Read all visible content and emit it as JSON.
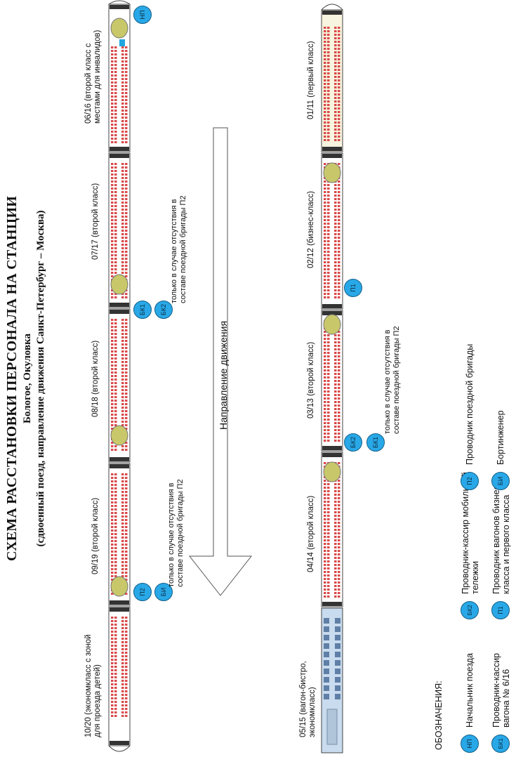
{
  "title": {
    "line1": "СХЕМА РАССТАНОВКИ ПЕРСОНАЛА НА СТАНЦИИ",
    "line2": "Бологое, Окуловка",
    "line3": "(сдвоенный поезд, направление движения Санкт-Петербург – Москва)"
  },
  "direction": {
    "label": "Направление движения"
  },
  "train_left": {
    "cars": [
      {
        "label": "06/16 (второй класс с местами для инвалидов)",
        "line1": "06/16 (второй класс с",
        "line2": "местами для инвалидов)"
      },
      {
        "label": "07/17 (второй класс)"
      },
      {
        "label": "08/18 (второй класс)"
      },
      {
        "label": "09/19 (второй класс)"
      },
      {
        "label": "10/20 (экономкласс с зоной для проезда детей)",
        "line1": "10/20 (экономкласс с зоной",
        "line2": "для проезда детей)"
      }
    ]
  },
  "train_right": {
    "cars": [
      {
        "label": "01/11 (первый класс)"
      },
      {
        "label": "02/12 (бизнес-класс)"
      },
      {
        "label": "03/13 (второй класс)"
      },
      {
        "label": "04/14 (второй класс)"
      },
      {
        "label": "05/15 (вагон-бистро, экономкласс)",
        "line1": "05/15 (вагон-бистро,",
        "line2": "экономкласс)"
      }
    ]
  },
  "badges": {
    "np": "НП",
    "bk1": "БК1",
    "bk2": "БК2",
    "p1": "П1",
    "p2": "П2",
    "bi": "БИ"
  },
  "notes": {
    "bk2_note_line1": "только в случае отсутствия в",
    "bk2_note_line2": "составе поездной бригады П2",
    "bi_note_line1": "только в случае отсутствия в",
    "bi_note_line2": "составе поездной бригады П2",
    "bk1_note_line1": "только в случае отсутствия в",
    "bk1_note_line2": "составе поездной бригады П2"
  },
  "legend": {
    "heading": "ОБОЗНАЧЕНИЯ:",
    "items": [
      {
        "badge": "НП",
        "line1": "Начальник поезда",
        "line2": ""
      },
      {
        "badge": "БК1",
        "line1": "Проводник-кассир",
        "line2": "вагона № 6/16"
      },
      {
        "badge": "БК2",
        "line1": "Проводник-кассир мобильной",
        "line2": "тележки"
      },
      {
        "badge": "П1",
        "line1": "Проводник вагонов бизнес-",
        "line2": "класса и первого класса"
      },
      {
        "badge": "П2",
        "line1": "Проводник поездной бригады",
        "line2": ""
      },
      {
        "badge": "БИ",
        "line1": "Бортинженер",
        "line2": ""
      }
    ]
  },
  "colors": {
    "badge_fill": "#29a8e8",
    "seat_red": "#d94a4a",
    "seat_cream": "#f3e5c3",
    "car_outline": "#444444",
    "first_class_bg": "#f7f4df",
    "bistro_bg": "#c9dbee",
    "bistro_table": "#5f7fa6",
    "table_yellow": "#c8c86a"
  }
}
